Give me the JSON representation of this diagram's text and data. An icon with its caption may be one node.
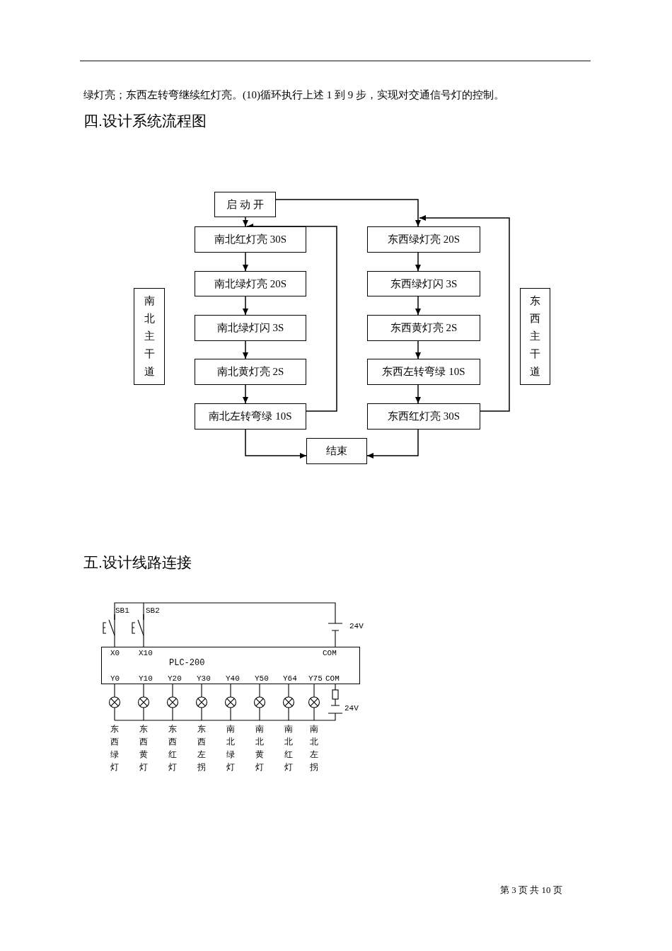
{
  "diagram": {
    "nodes": [
      {
        "text": [
          "启 动 开"
        ]
      },
      {
        "text": [
          "南北红灯亮 30S"
        ]
      },
      {
        "text": [
          "南北绿灯亮 20S"
        ]
      },
      {
        "text": [
          "南北绿灯闪 3S"
        ]
      },
      {
        "text": [
          "南北黄灯亮 2S"
        ]
      },
      {
        "text": [
          "南北左转弯绿 10S"
        ]
      },
      {
        "text": [
          "东西绿灯亮 20S"
        ]
      },
      {
        "text": [
          "东西绿灯闪 3S"
        ]
      },
      {
        "text": [
          "东西黄灯亮 2S"
        ]
      },
      {
        "text": [
          "东西左转弯绿 10S"
        ]
      },
      {
        "text": [
          "东西红灯亮 30S"
        ]
      },
      {
        "text": [
          "结束"
        ]
      },
      {
        "text": [
          "南北主干道"
        ]
      },
      {
        "text": [
          "东西主干道"
        ]
      },
      {
        "text": [
          "PLC-200"
        ]
      }
    ],
    "edges": [
      {
        "from": 0,
        "to": 1,
        "arrow": "to"
      },
      {
        "from": 0,
        "to": 6,
        "arrow": "to"
      },
      {
        "from": 1,
        "to": 2,
        "arrow": "to"
      },
      {
        "from": 2,
        "to": 3,
        "arrow": "to"
      },
      {
        "from": 3,
        "to": 4,
        "arrow": "to"
      },
      {
        "from": 4,
        "to": 5,
        "arrow": "to"
      },
      {
        "from": 5,
        "to": 1,
        "arrow": "to"
      },
      {
        "from": 6,
        "to": 7,
        "arrow": "to"
      },
      {
        "from": 7,
        "to": 8,
        "arrow": "to"
      },
      {
        "from": 8,
        "to": 9,
        "arrow": "to"
      },
      {
        "from": 9,
        "to": 10,
        "arrow": "to"
      },
      {
        "from": 10,
        "to": 6,
        "arrow": "to"
      },
      {
        "from": 5,
        "to": 11,
        "arrow": "to"
      },
      {
        "from": 10,
        "to": 11,
        "arrow": "to"
      }
    ],
    "labels": [
      "绿灯亮；东西左转弯继续红灯亮。(10)循环执行上述 1 到 9 步，实现对交通信号灯的控制。",
      "四.设计系统流程图",
      "五.设计线路连接",
      "SB1",
      "SB2",
      "24V",
      "X0",
      "X10",
      "COM",
      "Y0",
      "Y10",
      "Y20",
      "Y30",
      "Y40",
      "Y50",
      "Y64",
      "Y75",
      "COM",
      "24V",
      "东西绿灯",
      "东西黄灯",
      "东西红灯",
      "东西左拐",
      "南北绿灯",
      "南北黄灯",
      "南北红灯",
      "南北左拐",
      "第 3 页 共 10 页"
    ]
  }
}
